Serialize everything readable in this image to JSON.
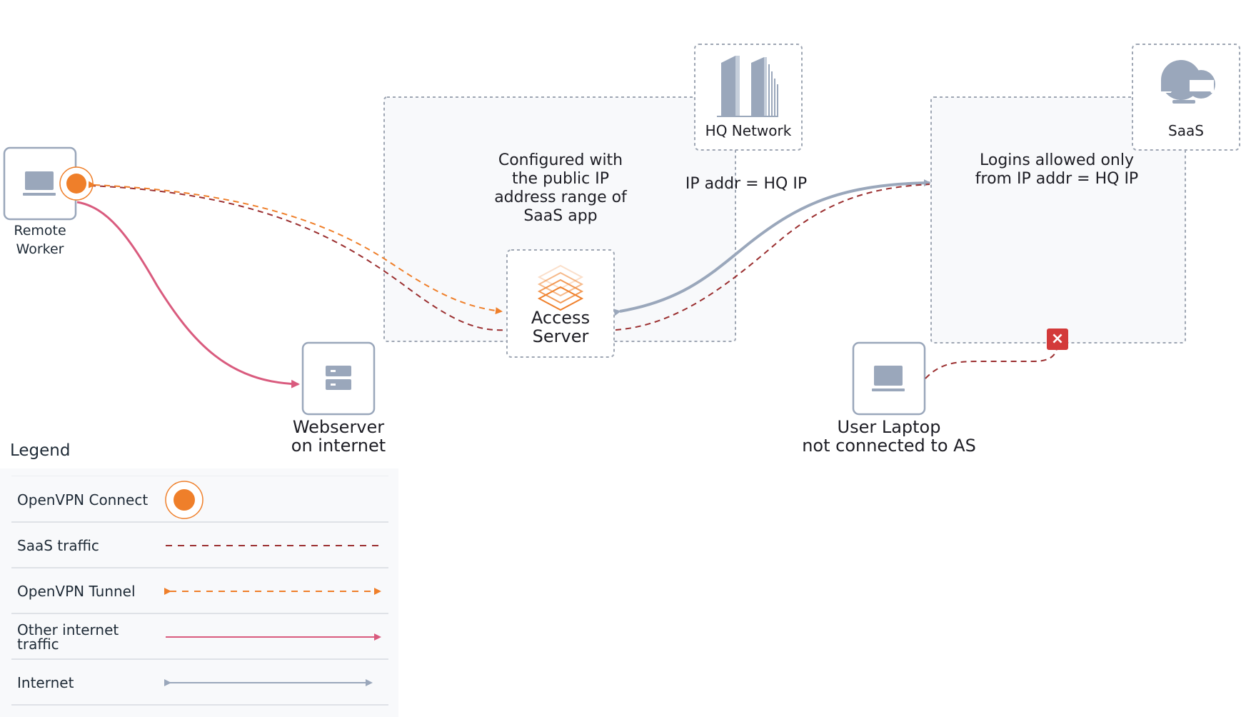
{
  "diagram": {
    "nodes": {
      "remote_worker": {
        "label_line1": "Remote",
        "label_line2": "Worker"
      },
      "hq_network": {
        "label": "HQ Network"
      },
      "saas": {
        "label": "SaaS"
      },
      "access_server": {
        "label_line1": "Access",
        "label_line2": "Server"
      },
      "webserver": {
        "label_line1": "Webserver",
        "label_line2": "on internet"
      },
      "user_laptop": {
        "label_line1": "User Laptop",
        "label_line2": "not connected to AS"
      }
    },
    "annotations": {
      "hq_config": [
        "Configured with",
        "the public IP",
        "address range of",
        "SaaS app"
      ],
      "ip_addr": "IP addr = HQ IP",
      "saas_logins": [
        "Logins allowed only",
        "from IP addr = HQ IP"
      ]
    },
    "blocked_marker": "×"
  },
  "legend": {
    "title": "Legend",
    "items": [
      {
        "label": "OpenVPN Connect"
      },
      {
        "label": "SaaS traffic"
      },
      {
        "label": "OpenVPN Tunnel"
      },
      {
        "label_line1": "Other internet",
        "label_line2": "traffic"
      },
      {
        "label": "Internet"
      }
    ]
  },
  "colors": {
    "openvpn_orange": "#ef7f2a",
    "saas_traffic": "#9b2f30",
    "other_traffic": "#d95b7e",
    "internet": "#9aa7bb",
    "zone_border": "#9ea6b3",
    "icon_gray": "#9aa7bb",
    "blocked_red": "#d33a3a"
  }
}
